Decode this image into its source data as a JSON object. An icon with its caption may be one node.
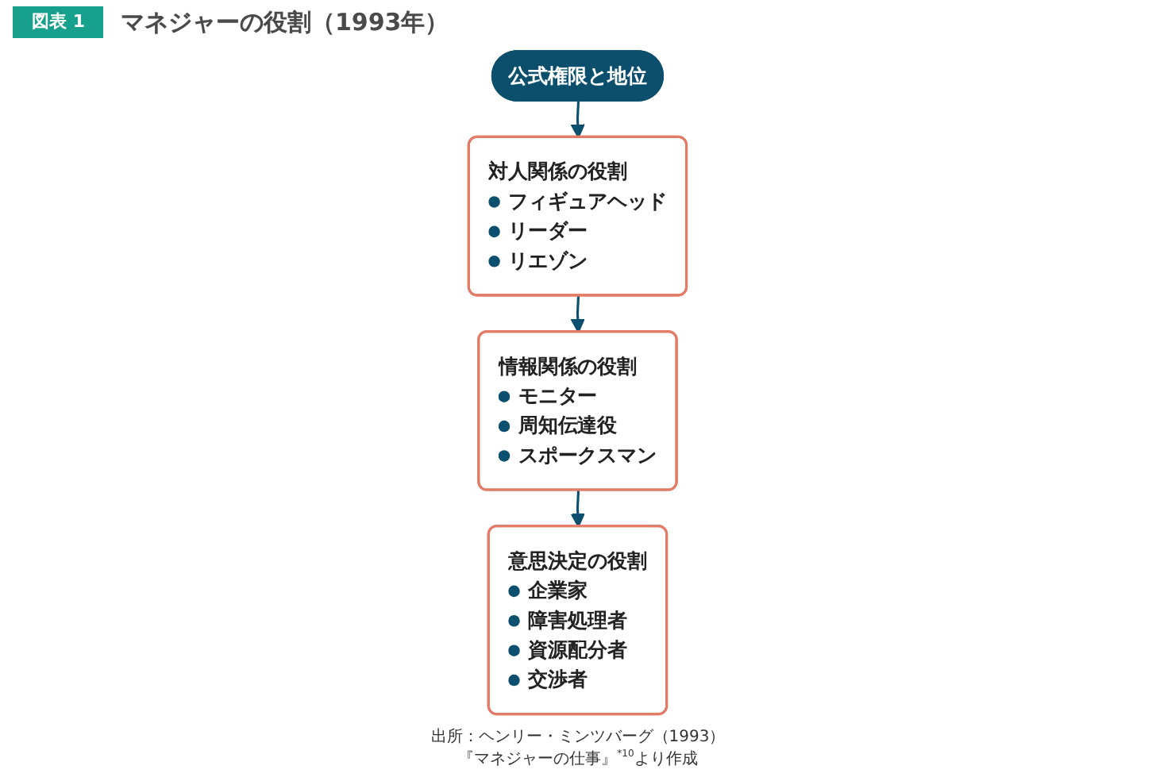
{
  "diagram": {
    "title": "マネジャーの役割（1993年）",
    "caption": "出所：ヘンリー・ミンツバーグ（1993）『マネジャーの仕事』$^{*10}$より作成",
    "nodes": [
      {
        "text": [
          "公式権限と地位"
        ]
      },
      {
        "text": [
          "対人関係の役割",
          "フィギュアヘッド",
          "リーダー",
          "リエゾン"
        ]
      },
      {
        "text": [
          "情報関係の役割",
          "モニター",
          "周知伝達役",
          "スポークスマン"
        ]
      },
      {
        "text": [
          "意思決定の役割",
          "企業家",
          "障害処理者",
          "資源配分者",
          "交渉者"
        ]
      }
    ],
    "edges": [
      {
        "from": 0,
        "to": 1,
        "arrow": "to"
      },
      {
        "from": 1,
        "to": 2,
        "arrow": "to"
      },
      {
        "from": 2,
        "to": 3,
        "arrow": "to"
      }
    ],
    "labels": [
      "図表 1"
    ]
  }
}
